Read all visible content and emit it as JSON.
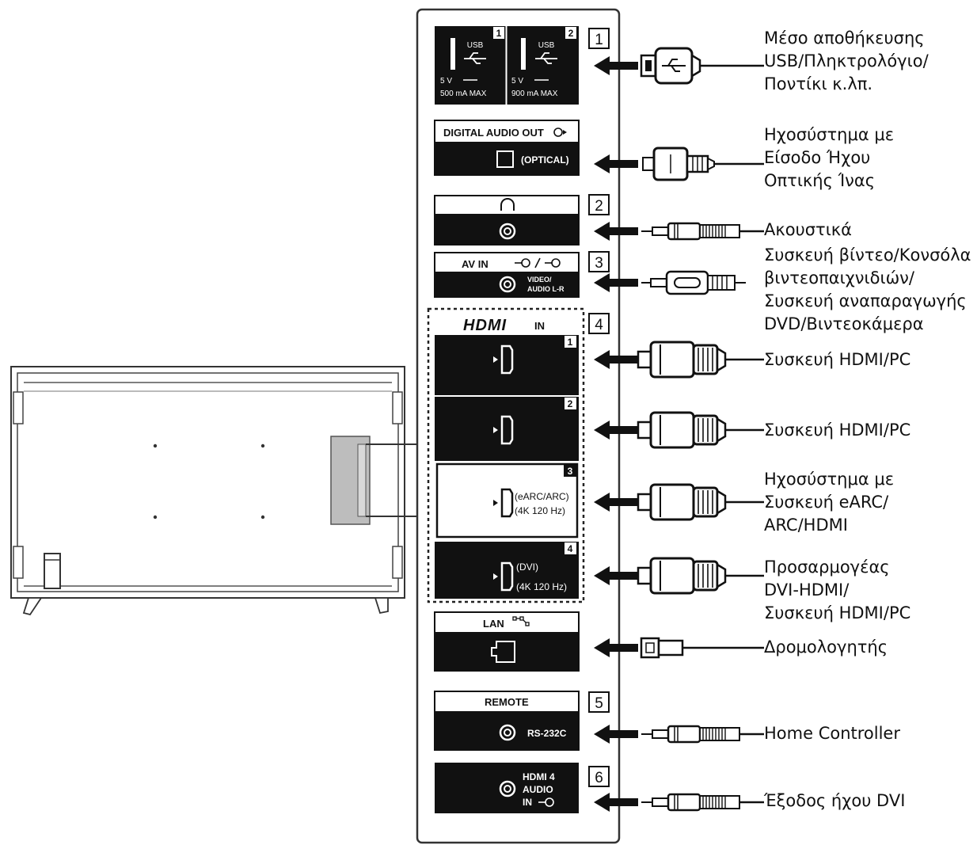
{
  "usb": {
    "port1": {
      "num": "1",
      "name": "USB",
      "volt": "5 V",
      "current": "500 mA MAX"
    },
    "port2": {
      "num": "2",
      "name": "USB",
      "volt": "5 V",
      "current": "900 mA MAX"
    }
  },
  "digital_audio": {
    "title": "DIGITAL AUDIO OUT",
    "port": "(OPTICAL)"
  },
  "av_in": {
    "title": "AV IN",
    "port_line1": "VIDEO/",
    "port_line2": "AUDIO L-R"
  },
  "hdmi": {
    "logo": "HDMI",
    "in_label": "IN",
    "ports": [
      {
        "num": "1",
        "line1": "",
        "line2": ""
      },
      {
        "num": "2",
        "line1": "",
        "line2": ""
      },
      {
        "num": "3",
        "line1": "(eARC/ARC)",
        "line2": "(4K 120 Hz)"
      },
      {
        "num": "4",
        "line1": "(DVI)",
        "line2": "(4K 120 Hz)"
      }
    ]
  },
  "lan": {
    "title": "LAN"
  },
  "remote": {
    "title": "REMOTE",
    "port": "RS-232C"
  },
  "hdmi_audio": {
    "line1": "HDMI 4",
    "line2": "AUDIO",
    "line3": "IN"
  },
  "badges": [
    "1",
    "2",
    "3",
    "4",
    "5",
    "6"
  ],
  "labels": {
    "usb": [
      "Μέσο αποθήκευσης",
      "USB/Πληκτρολόγιο/",
      "Ποντίκι κ.λπ."
    ],
    "optical": [
      "Ηχοσύστημα με",
      "Είσοδο Ήχου",
      "Οπτικής Ίνας"
    ],
    "headphones": [
      "Ακουστικά"
    ],
    "av": [
      "Συσκευή βίντεο/Κονσόλα",
      "βιντεοπαιχνιδιών/",
      "Συσκευή αναπαραγωγής",
      "DVD/Βιντεοκάμερα"
    ],
    "hdmi1": [
      "Συσκευή HDMI/PC"
    ],
    "hdmi2": [
      "Συσκευή HDMI/PC"
    ],
    "hdmi3": [
      "Ηχοσύστημα με",
      "Συσκευή eARC/",
      "ARC/HDMI"
    ],
    "hdmi4": [
      "Προσαρμογέας",
      "DVI-HDMI/",
      "Συσκευή HDMI/PC"
    ],
    "lan": [
      "Δρομολογητής"
    ],
    "remote": [
      "Home Controller"
    ],
    "dvi_audio": [
      "Έξοδος ήχου DVI"
    ]
  }
}
